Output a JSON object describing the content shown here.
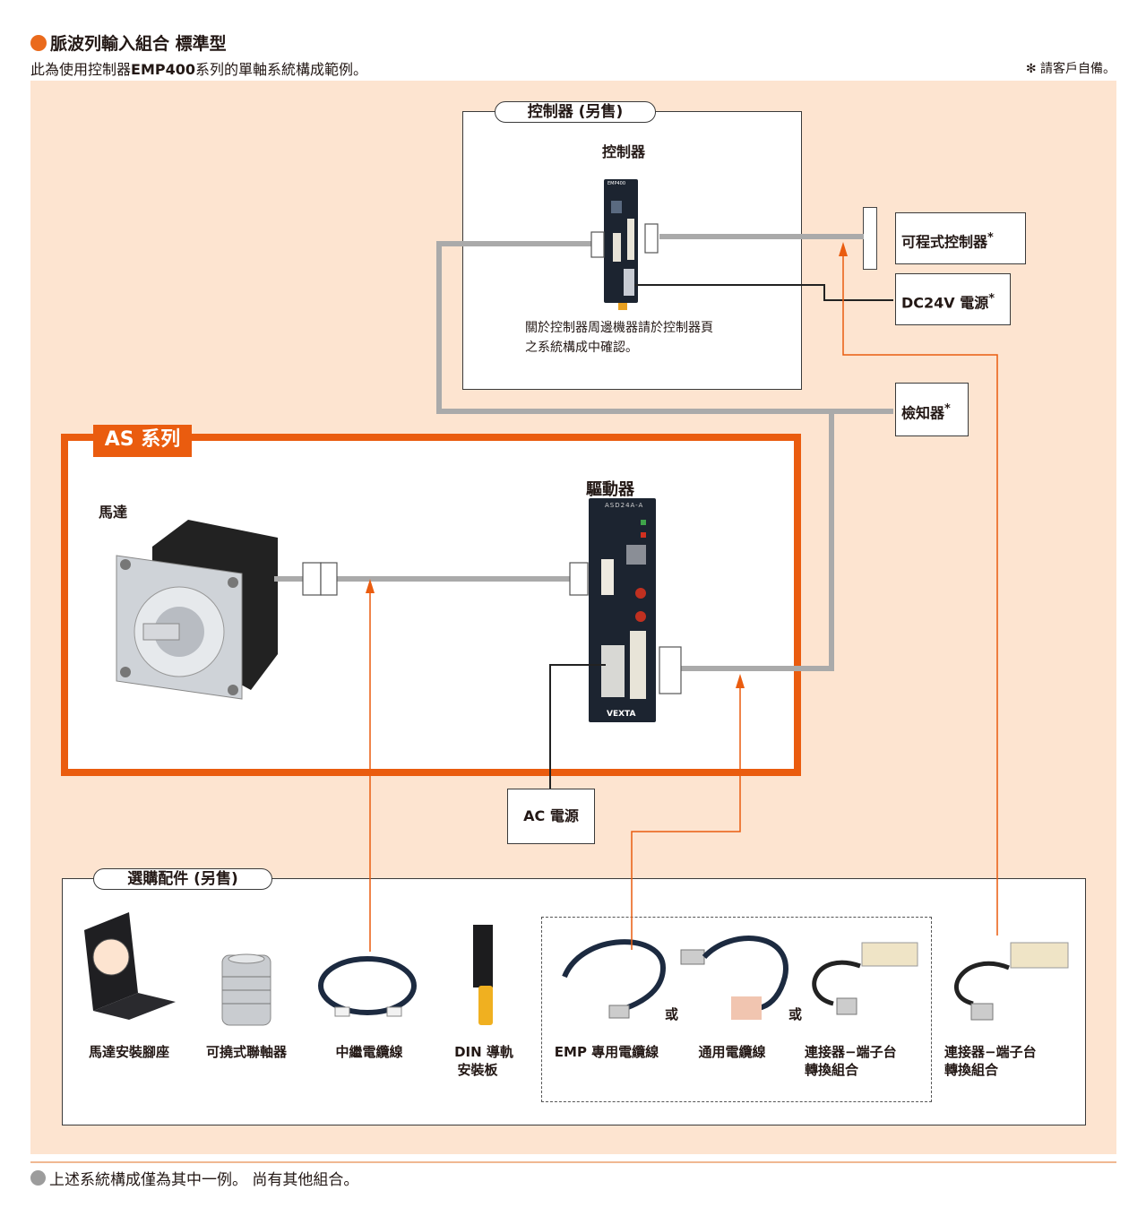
{
  "header": {
    "title": "脈波列輸入組合 標準型",
    "subtitle_pre": "此為使用控制器",
    "subtitle_bold": "EMP400",
    "subtitle_post": "系列的單軸系統構成範例。",
    "note": "✻ 請客戶自備。"
  },
  "controller_section": {
    "tab": "控制器 (另售)",
    "device_label": "控制器",
    "device_model": "EMP400",
    "note_line1": "關於控制器周邊機器請於控制器頁",
    "note_line2": "之系統構成中確認。"
  },
  "external": {
    "plc": "可程式控制器",
    "dc_power": "DC24V 電源",
    "sensor": "檢知器",
    "asterisk": "*",
    "ac_power": "AC 電源"
  },
  "as_series": {
    "tab": "AS 系列",
    "motor_label": "馬達",
    "driver_label": "驅動器",
    "driver_model": "ASD24A-A",
    "driver_brand": "VEXTA"
  },
  "accessories": {
    "tab": "選購配件 (另售)",
    "items": [
      "馬達安裝腳座",
      "可撓式聯軸器",
      "中繼電纜線",
      "DIN 導軌",
      "安裝板",
      "EMP 專用電纜線",
      "通用電纜線",
      "連接器−端子台",
      "轉換組合",
      "連接器−端子台",
      "轉換組合"
    ],
    "or1": "或",
    "or2": "或"
  },
  "footer": "上述系統構成僅為其中一例。 尚有其他組合。",
  "colors": {
    "accent": "#ea5c0f",
    "panel": "#fde4d0",
    "cable": "#aaaaaa",
    "device": "#1c2430"
  }
}
